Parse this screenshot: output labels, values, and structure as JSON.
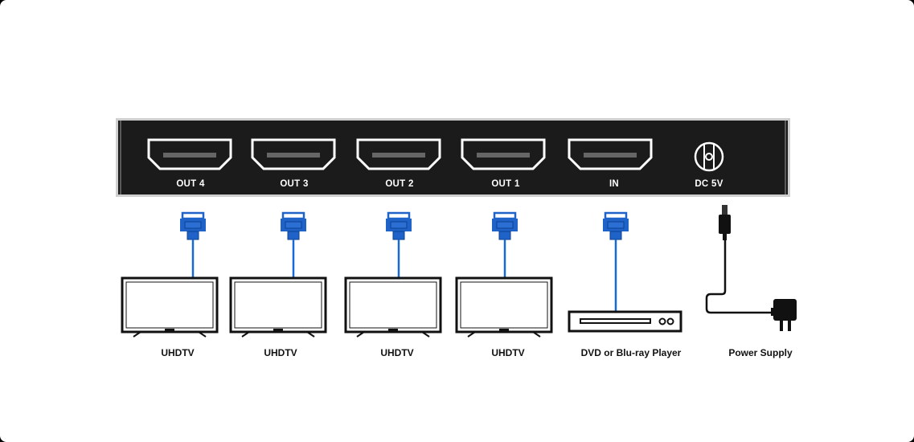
{
  "splitter": {
    "ports": [
      {
        "label": "OUT 4"
      },
      {
        "label": "OUT 3"
      },
      {
        "label": "OUT 2"
      },
      {
        "label": "OUT 1"
      },
      {
        "label": "IN"
      }
    ],
    "power_port_label": "DC 5V"
  },
  "devices": [
    {
      "label": "UHDTV",
      "kind": "tv"
    },
    {
      "label": "UHDTV",
      "kind": "tv"
    },
    {
      "label": "UHDTV",
      "kind": "tv"
    },
    {
      "label": "UHDTV",
      "kind": "tv"
    },
    {
      "label": "DVD or Blu-ray Player",
      "kind": "player"
    }
  ],
  "power_supply": {
    "label": "Power Supply"
  },
  "colors": {
    "cable_blue": "#1769d6",
    "connector_blue": "#1f63c9",
    "panel": "#1b1b1b",
    "line": "#111111"
  }
}
